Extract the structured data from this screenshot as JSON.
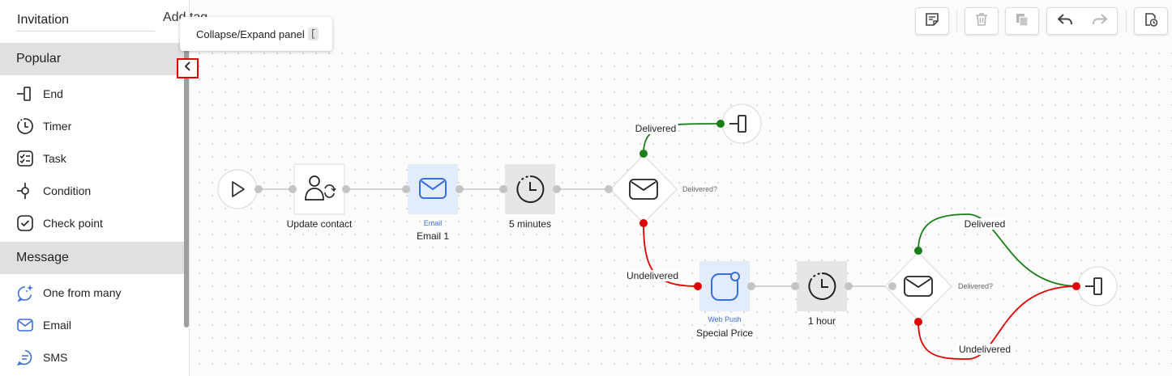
{
  "header": {
    "title_value": "Invitation",
    "add_tag_label": "Add tag",
    "tooltip_text": "Collapse/Expand panel",
    "tooltip_shortcut": "["
  },
  "sidebar": {
    "sections": [
      {
        "title": "Popular",
        "items": [
          {
            "label": "End",
            "icon": "end-icon"
          },
          {
            "label": "Timer",
            "icon": "timer-icon"
          },
          {
            "label": "Task",
            "icon": "task-icon"
          },
          {
            "label": "Condition",
            "icon": "condition-icon"
          },
          {
            "label": "Check point",
            "icon": "checkpoint-icon"
          }
        ]
      },
      {
        "title": "Message",
        "items": [
          {
            "label": "One from many",
            "icon": "sparkle-chat-icon"
          },
          {
            "label": "Email",
            "icon": "email-icon"
          },
          {
            "label": "SMS",
            "icon": "sms-icon"
          }
        ]
      }
    ]
  },
  "toolbar": {
    "buttons": [
      "notes-icon",
      "delete-icon",
      "copy-icon",
      "undo-icon",
      "redo-icon",
      "history-icon"
    ]
  },
  "flow": {
    "nodes": {
      "update_contact": {
        "label": "Update contact"
      },
      "email1": {
        "type_label": "Email",
        "label": "Email 1"
      },
      "wait1": {
        "label": "5 minutes"
      },
      "cond1": {
        "label": "Delivered?"
      },
      "webpush": {
        "type_label": "Web Push",
        "label": "Special Price"
      },
      "wait2": {
        "label": "1 hour"
      },
      "cond2": {
        "label": "Delivered?"
      }
    },
    "edges": {
      "delivered1": "Delivered",
      "undelivered1": "Undelivered",
      "delivered2": "Delivered",
      "undelivered2": "Undelivered"
    }
  },
  "colors": {
    "accent": "#3a6fd8",
    "delivered": "#1a7f1a",
    "undelivered": "#e00000",
    "highlight": "#e00000"
  }
}
